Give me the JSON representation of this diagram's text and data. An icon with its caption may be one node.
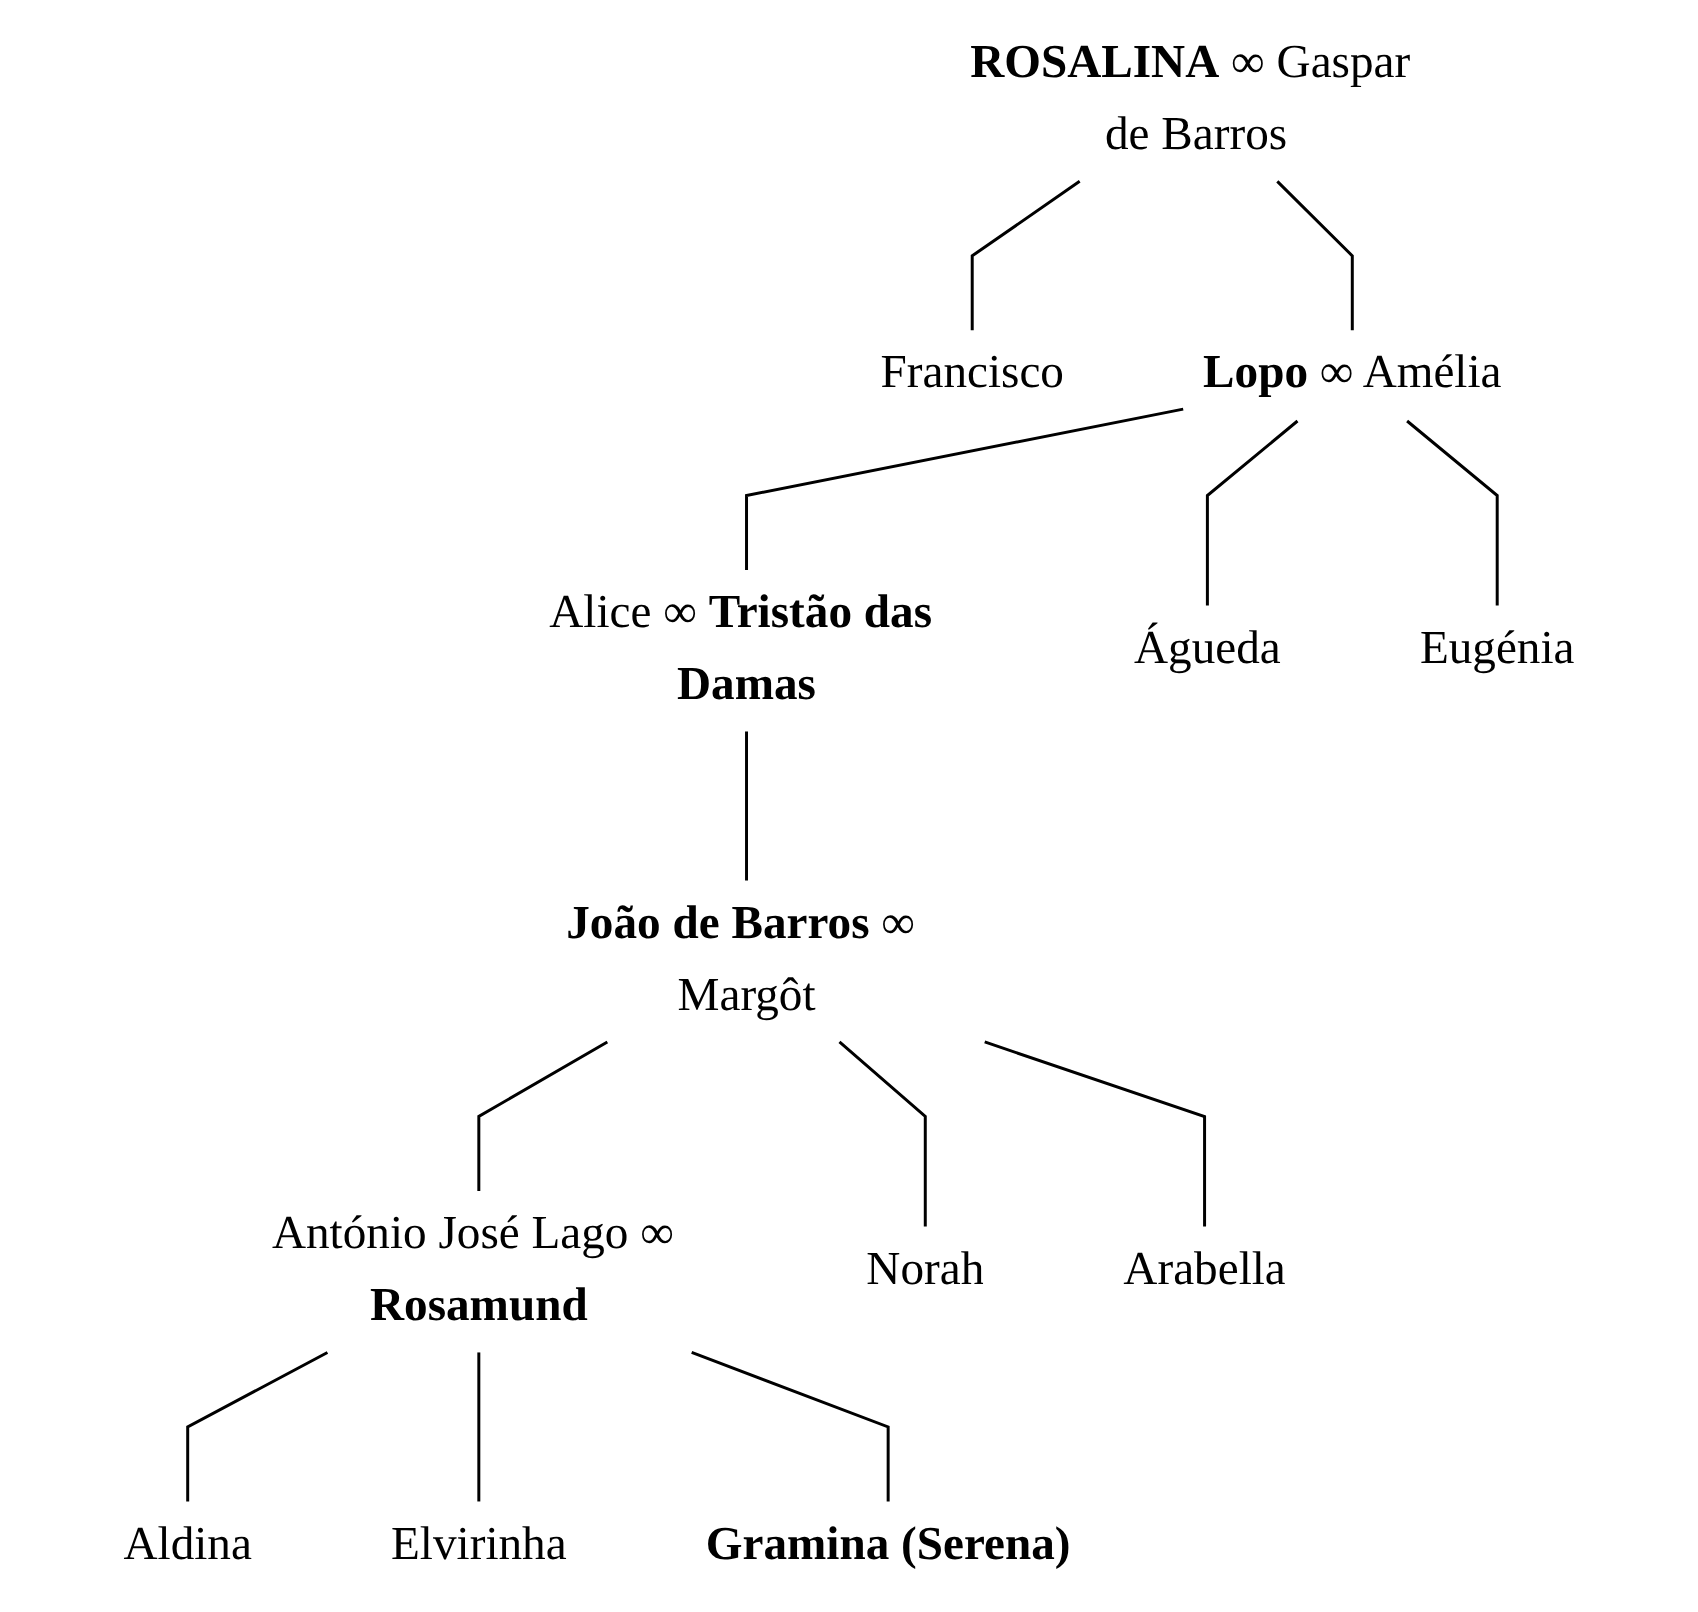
{
  "diagram": {
    "nodes": [
      {
        "text": [
          "**ROSALINA** ∞ Gaspar de Barros"
        ]
      },
      {
        "text": [
          "Francisco"
        ]
      },
      {
        "text": [
          "**Lopo** ∞ Amélia"
        ]
      },
      {
        "text": [
          "Alice ∞ **Tristão das Damas**"
        ]
      },
      {
        "text": [
          "Águeda"
        ]
      },
      {
        "text": [
          "Eugénia"
        ]
      },
      {
        "text": [
          "**João de Barros** ∞ Margôt"
        ]
      },
      {
        "text": [
          "António José Lago ∞ **Rosamund**"
        ]
      },
      {
        "text": [
          "Norah"
        ]
      },
      {
        "text": [
          "Arabella"
        ]
      },
      {
        "text": [
          "Aldina"
        ]
      },
      {
        "text": [
          "Elvirinha"
        ]
      },
      {
        "text": [
          "**Gramina (Serena)**"
        ]
      }
    ],
    "edges": [
      {
        "from": 0,
        "to": 1,
        "arrow": "none"
      },
      {
        "from": 0,
        "to": 2,
        "arrow": "none"
      },
      {
        "from": 2,
        "to": 3,
        "arrow": "none"
      },
      {
        "from": 2,
        "to": 4,
        "arrow": "none"
      },
      {
        "from": 2,
        "to": 5,
        "arrow": "none"
      },
      {
        "from": 3,
        "to": 6,
        "arrow": "none"
      },
      {
        "from": 6,
        "to": 7,
        "arrow": "none"
      },
      {
        "from": 6,
        "to": 8,
        "arrow": "none"
      },
      {
        "from": 6,
        "to": 9,
        "arrow": "none"
      },
      {
        "from": 7,
        "to": 10,
        "arrow": "none"
      },
      {
        "from": 7,
        "to": 11,
        "arrow": "none"
      },
      {
        "from": 7,
        "to": 12,
        "arrow": "none"
      }
    ]
  }
}
